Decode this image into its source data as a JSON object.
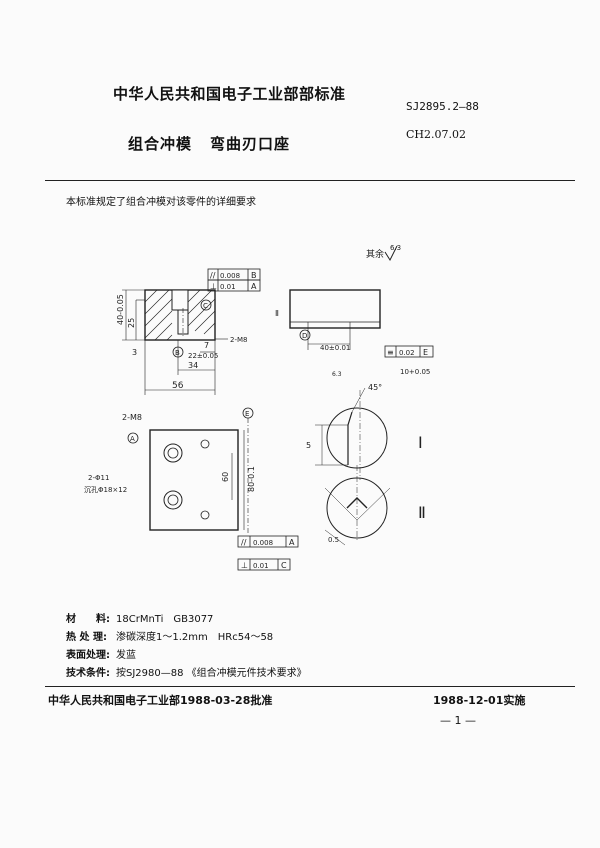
{
  "header": {
    "organization": "中华人民共和国电子工业部部标准",
    "standard_no": "SJ2895.2—88",
    "title_part1": "组合冲模",
    "title_part2": "弯曲刃口座",
    "class_code": "CH2.07.02"
  },
  "intro": "本标准规定了组合冲模对该零件的详细要求",
  "drawing": {
    "roughness_note": "其余",
    "roughness_value": "6.3",
    "tol_parallel_top": "0.008",
    "tol_parallel_top_datum": "B",
    "tol_perp_top": "0.01",
    "tol_perp_top_datum": "A",
    "dim_width_56": "56",
    "dim_34": "34",
    "dim_22": "22±0.05",
    "dim_7": "7",
    "dim_height": "40-0.05",
    "dim_25": "25",
    "dim_3": "3",
    "thread_2m8_side": "2-M8",
    "thread_2m8_top": "2-M8",
    "hole_label": "2-Φ11",
    "counterbore_label": "沉孔Φ18×12",
    "dim_60": "60",
    "dim_80": "80-0.1",
    "tol_parallel_bottom": "0.008",
    "tol_parallel_bottom_datum": "A",
    "tol_perp_bottom": "0.01",
    "tol_perp_bottom_datum": "C",
    "datum_a": "A",
    "datum_b": "B",
    "datum_c": "C",
    "datum_d": "D",
    "datum_e": "E",
    "view_mark_2": "Ⅱ",
    "dim_40": "40±0.01",
    "tol_sym": "0.02",
    "tol_sym_datum": "E",
    "dim_10": "10+0.05",
    "roughness_small": "6.3",
    "angle_45": "45°",
    "dim_5": "5",
    "dim_05": "0.5",
    "detail_1": "Ⅰ",
    "detail_2": "Ⅱ"
  },
  "specs": [
    {
      "key": "材　　料:",
      "value": "18CrMnTi　GB3077"
    },
    {
      "key": "热 处 理:",
      "value": "渗碳深度1～1.2mm　HRc54～58"
    },
    {
      "key": "表面处理:",
      "value": "发蓝"
    },
    {
      "key": "技术条件:",
      "value": "按SJ2980—88 《组合冲模元件技术要求》"
    }
  ],
  "footer": {
    "approval": "中华人民共和国电子工业部1988-03-28批准",
    "effective": "1988-12-01实施",
    "page": "— 1 —"
  }
}
